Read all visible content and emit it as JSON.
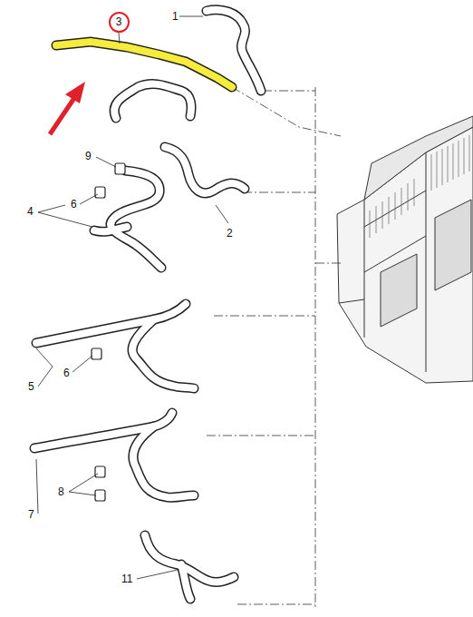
{
  "diagram": {
    "nodes": [
      {
        "text": [
          "3"
        ]
      }
    ],
    "labels": [
      "1",
      "9",
      "4",
      "6",
      "2",
      "5",
      "6",
      "7",
      "8",
      "11"
    ]
  }
}
